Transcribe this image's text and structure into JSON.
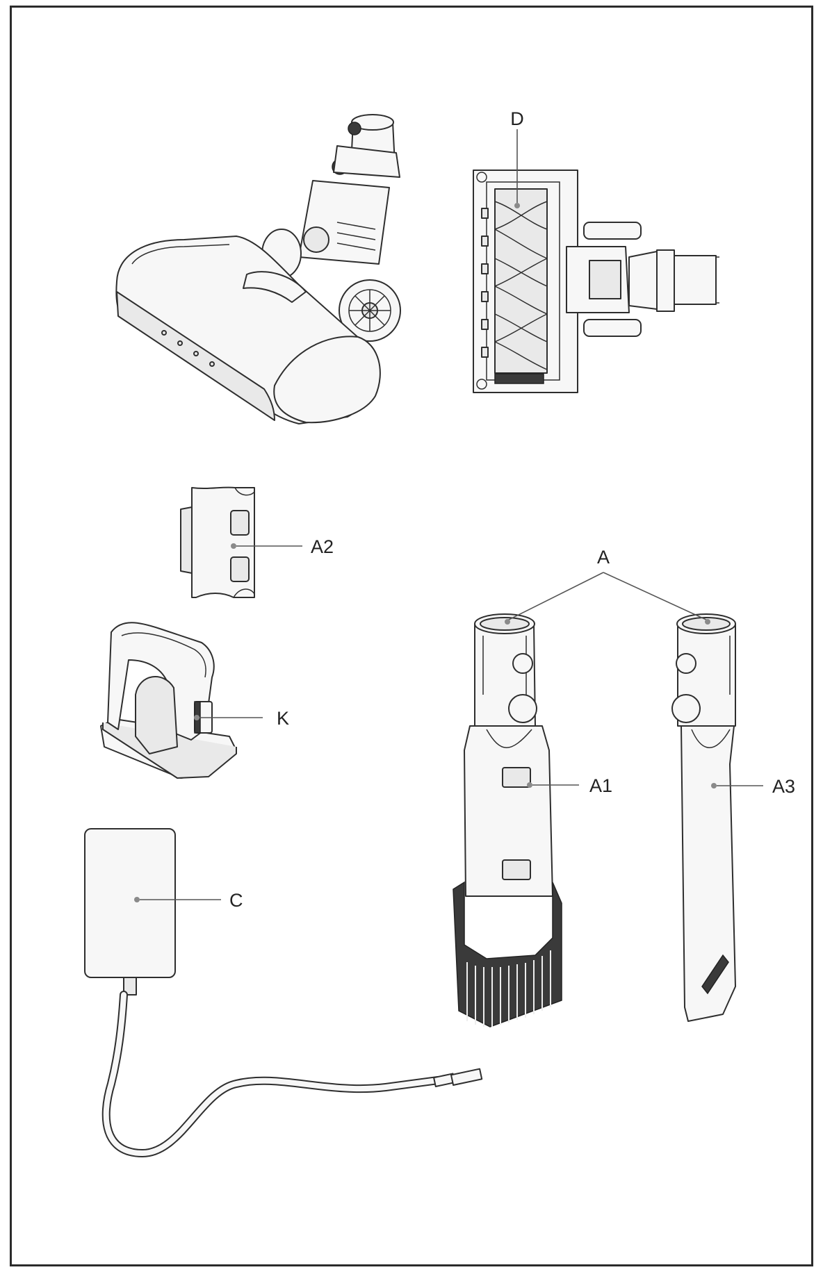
{
  "labels": {
    "D": "D",
    "A2": "A2",
    "A": "A",
    "K": "K",
    "A1": "A1",
    "A3": "A3",
    "C": "C"
  }
}
